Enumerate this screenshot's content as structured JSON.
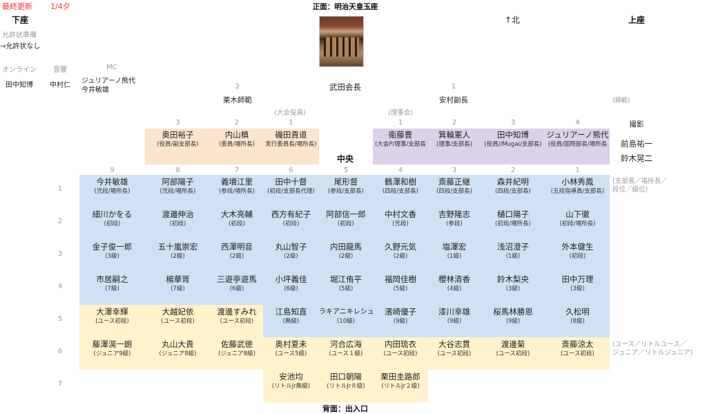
{
  "header": {
    "updated_label": "最終更新",
    "updated_value": "1/4夕",
    "front": "正面：明治天皇玉座",
    "back": "背面：出入口",
    "north": "↑北",
    "lower_seat": "下座",
    "upper_seat": "上座",
    "center": "中央"
  },
  "left": {
    "license_prep": "允許状準備",
    "license_none": "→允許状なし",
    "online_label": "オンライン",
    "sound_label": "音響",
    "mc_label": "MC",
    "online": "田中知博",
    "sound": "中村仁",
    "mc": [
      "ジュリアーノ熊代",
      "今井敏雄"
    ]
  },
  "top": {
    "president": "武田会長",
    "left_num": "2",
    "left_name": "栗木師範",
    "right_num": "1",
    "right_name": "安村副長",
    "shihan_note": "(師範)",
    "photo_label": "撮影",
    "photographers": [
      "前島祐一",
      "鈴木晃二"
    ]
  },
  "officials": {
    "label": "(大会役員)",
    "members": [
      {
        "num": "3",
        "name": "奥田裕子",
        "sub": "(役員/副支部長)"
      },
      {
        "num": "2",
        "name": "内山槙",
        "sub": "(委員/場所長)"
      },
      {
        "num": "1",
        "name": "磯田貴道",
        "sub": "実行委員長/場所長)"
      }
    ]
  },
  "board": {
    "label": "(理事会)",
    "members": [
      {
        "num": "1",
        "name": "衛藤豊",
        "sub": "(大会P/理事/支部長"
      },
      {
        "num": "2",
        "name": "箕輪憲人",
        "sub": "(理事/支部長)"
      },
      {
        "num": "3",
        "name": "田中知博",
        "sub": "(役員//Mugai/支部長)"
      },
      {
        "num": "4",
        "name": "ジュリアーノ熊代",
        "sub": "(役員/国際部長/場所長"
      }
    ]
  },
  "columns": [
    "9",
    "8",
    "7",
    "6",
    "5",
    "4",
    "3",
    "2",
    "1"
  ],
  "rows": [
    {
      "label": "1",
      "cells": [
        [
          "今井敏雄",
          "(弐段/場所長)",
          "b"
        ],
        [
          "阿部陽子",
          "(弐段/場所長)",
          "b"
        ],
        [
          "義墳江里",
          "(参段/場所長)",
          "b"
        ],
        [
          "田中十督",
          "(初段/支部長代理)",
          "b"
        ],
        [
          "尾形督",
          "(参段/支部長)",
          "b"
        ],
        [
          "鶴澤和樹",
          "(四段/支部長)",
          "b"
        ],
        [
          "斎藤正継",
          "(四段/支部長)",
          "b"
        ],
        [
          "森井紀明",
          "(四段/支部長)",
          "b"
        ],
        [
          "小林秀鳳",
          "(五段指導員/支部長)",
          "b"
        ]
      ]
    },
    {
      "label": "2",
      "cells": [
        [
          "細川かをる",
          "(初段)",
          "b"
        ],
        [
          "渡邉伸治",
          "(初段)",
          "b"
        ],
        [
          "大木亮輔",
          "(初段)",
          "b"
        ],
        [
          "西方有紀子",
          "(初段)",
          "b"
        ],
        [
          "阿部信一郎",
          "(初段)",
          "b"
        ],
        [
          "中村文香",
          "(弐段)",
          "b"
        ],
        [
          "吉野隆志",
          "(参段)",
          "b"
        ],
        [
          "樋口陽子",
          "(初段/場所長)",
          "b"
        ],
        [
          "山下徹",
          "(初段/場所長)",
          "b"
        ]
      ]
    },
    {
      "label": "3",
      "cells": [
        [
          "金子俊一郎",
          "(3級)",
          "b"
        ],
        [
          "五十嵐崇宏",
          "(2級)",
          "b"
        ],
        [
          "西澤明音",
          "(2級)",
          "b"
        ],
        [
          "丸山智子",
          "(2級)",
          "b"
        ],
        [
          "内田龍馬",
          "(2級)",
          "b"
        ],
        [
          "久野元気",
          "(2級)",
          "b"
        ],
        [
          "塩澤宏",
          "(1級)",
          "b"
        ],
        [
          "浅沼澄子",
          "(1級)",
          "b"
        ],
        [
          "外本健生",
          "(初段)",
          "b"
        ]
      ]
    },
    {
      "label": "4",
      "cells": [
        [
          "市居嗣之",
          "(7級)",
          "b"
        ],
        [
          "楊華胥",
          "(7級)",
          "b"
        ],
        [
          "三遊亭遊馬",
          "(6級)",
          "b"
        ],
        [
          "小坪義佳",
          "(6級)",
          "b"
        ],
        [
          "堀江侑平",
          "(5級)",
          "b"
        ],
        [
          "福岡佳樹",
          "(5級)",
          "b"
        ],
        [
          "櫻林清香",
          "(4級)",
          "b"
        ],
        [
          "鈴木梨央",
          "(3級)",
          "b"
        ],
        [
          "田中万理",
          "(3級)",
          "b"
        ]
      ]
    },
    {
      "label": "5",
      "cells": [
        [
          "大澤幸輝",
          "(ユース初段)",
          "y"
        ],
        [
          "大越妃依",
          "(ユース初段)",
          "y"
        ],
        [
          "渡邊すみれ",
          "(ユース初段)",
          "y"
        ],
        [
          "江島知直",
          "(無級)",
          "b"
        ],
        [
          "ラキアニキレシュ",
          "(10級)",
          "b"
        ],
        [
          "濱崎優子",
          "(9級)",
          "b"
        ],
        [
          "漆川幸雄",
          "(9級)",
          "b"
        ],
        [
          "桜馬林勝恩",
          "(9級)",
          "b"
        ],
        [
          "久松明",
          "(8級)",
          "b"
        ]
      ]
    },
    {
      "label": "6",
      "cells": [
        [
          "藤澤滉一朗",
          "(ジュニア9級)",
          "y"
        ],
        [
          "丸山大貴",
          "(ジュニア8級)",
          "y"
        ],
        [
          "佐藤武徳",
          "(ジュニア8級)",
          "y"
        ],
        [
          "奥村夏未",
          "(ユース5級)",
          "y"
        ],
        [
          "河合広海",
          "(ユース１級)",
          "y"
        ],
        [
          "内田琉衣",
          "(ユース初段)",
          "y"
        ],
        [
          "大谷志貫",
          "(ユース初段)",
          "y"
        ],
        [
          "渡邊菊",
          "(ユース初段)",
          "y"
        ],
        [
          "斎藤涼太",
          "(ユース初段)",
          "y"
        ]
      ]
    },
    {
      "label": "7",
      "cells": [
        [
          "",
          "",
          ""
        ],
        [
          "",
          "",
          ""
        ],
        [
          "",
          "",
          ""
        ],
        [
          "安池均",
          "(リトルJr無級)",
          "y"
        ],
        [
          "田口朝陽",
          "(リトルJr８級)",
          "y"
        ],
        [
          "栗田圭路郎",
          "(リトルJr２級)",
          "y"
        ],
        [
          "",
          "",
          ""
        ],
        [
          "",
          "",
          ""
        ],
        [
          "",
          "",
          ""
        ]
      ]
    }
  ],
  "notes": {
    "adult": [
      "(支部長／場所長／",
      "段位／級位)"
    ],
    "youth": [
      "(ユース／リトルユース／",
      "ジュニア／リトルジュニア)"
    ]
  }
}
